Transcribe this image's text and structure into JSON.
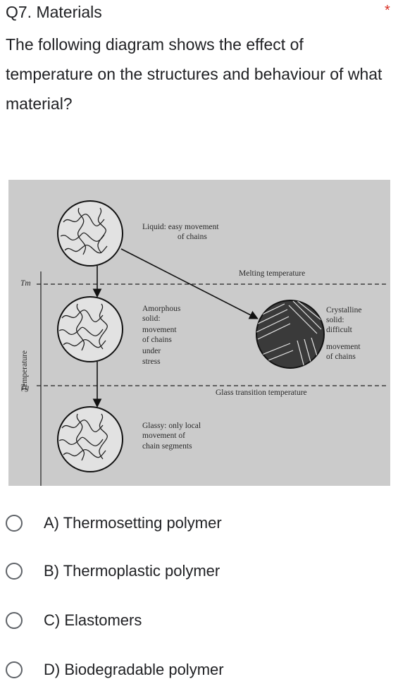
{
  "question": {
    "title": "Q7. Materials",
    "required_marker": "*",
    "text": "The following diagram shows the effect of temperature on the structures and behaviour of what material?"
  },
  "diagram": {
    "axis_label": "Temperature",
    "tm_symbol": "Tm",
    "tg_symbol": "Tg",
    "liquid_label": [
      "Liquid: easy movement",
      "of chains"
    ],
    "melting_label": "Melting temperature",
    "amorphous_label": [
      "Amorphous",
      "solid:",
      "movement",
      "of chains",
      "under",
      "stress"
    ],
    "crystalline_label": [
      "Crystalline",
      "solid:",
      "difficult",
      "movement",
      "of chains"
    ],
    "glass_transition_label": "Glass transition temperature",
    "glassy_label": [
      "Glassy: only local",
      "movement of",
      "chain segments"
    ]
  },
  "options": [
    {
      "label": "A) Thermosetting polymer",
      "selected": false
    },
    {
      "label": "B) Thermoplastic polymer",
      "selected": false
    },
    {
      "label": "C) Elastomers",
      "selected": false
    },
    {
      "label": "D) Biodegradable polymer",
      "selected": false
    }
  ],
  "colors": {
    "required": "#d93025",
    "radio_border": "#5f6368",
    "diagram_bg": "#cbcbcb"
  }
}
